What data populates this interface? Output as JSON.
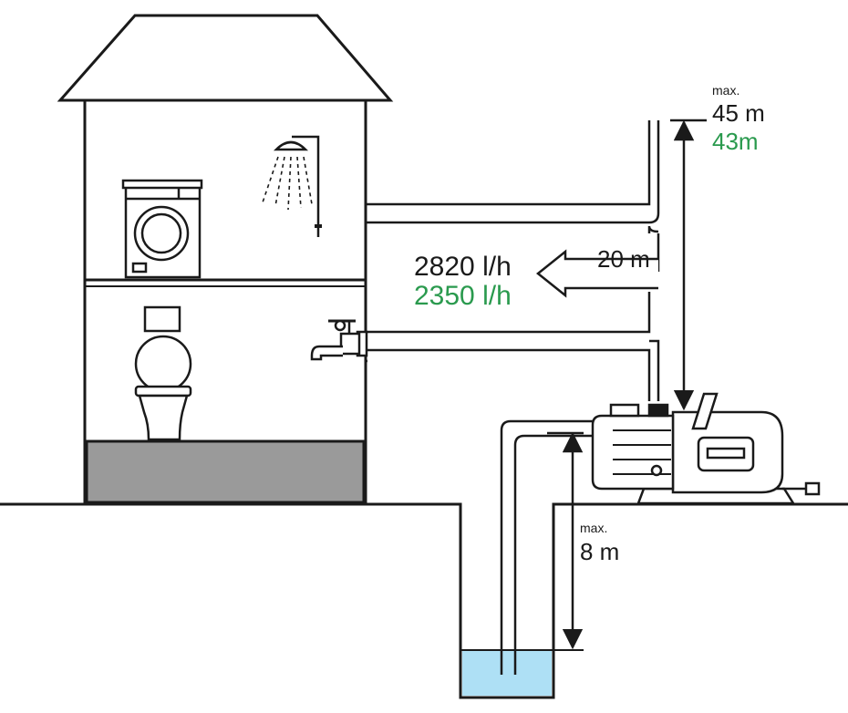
{
  "labels": {
    "pressure_head": {
      "prefix": "max.",
      "value": "45 m",
      "alt_value": "43m"
    },
    "suction_depth": {
      "prefix": "max.",
      "value": "8 m"
    },
    "flow_rate": {
      "value": "2820 l/h",
      "alt_value": "2350 l/h"
    },
    "height_marker": "20 m"
  },
  "colors": {
    "line": "#1a1a1a",
    "alt_value": "#2a9a4e",
    "water": "#aee0f5",
    "foundation": "#9a9a9a",
    "ground": "#ffffff"
  },
  "icons": [
    "house",
    "washing-machine",
    "shower",
    "toilet",
    "faucet",
    "garden-pump",
    "well"
  ]
}
